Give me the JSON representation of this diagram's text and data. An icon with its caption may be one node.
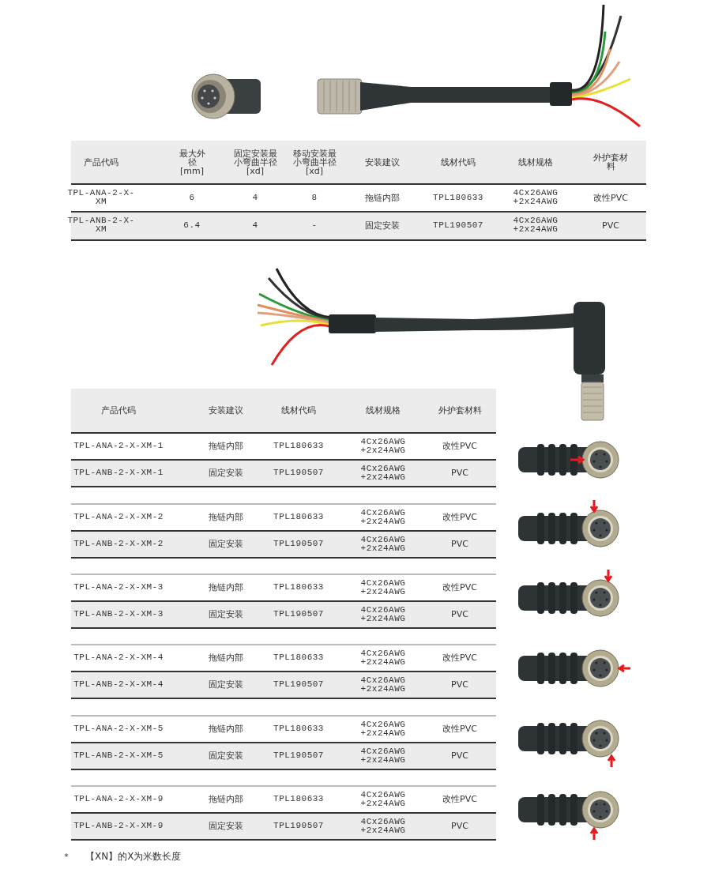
{
  "diagram": {
    "labels": [
      "产品代码",
      "最大外径[mm]",
      "固定安装最小弯曲半径[xd]",
      "移动安装最小弯曲半径[xd]",
      "安装建议",
      "线材代码",
      "线材规格",
      "外护套材料",
      "TPL-ANA-2-X-XM",
      "6",
      "4",
      "8",
      "拖链内部",
      "TPL180633",
      "4Cx26AWG +2x24AWG",
      "改性PVC",
      "TPL-ANB-2-X-XM",
      "6.4",
      "4",
      "-",
      "固定安装",
      "TPL190507",
      "4Cx26AWG +2x24AWG",
      "PVC",
      "产品代码",
      "安装建议",
      "线材代码",
      "线材规格",
      "外护套材料",
      "TPL-ANA-2-X-XM-1",
      "拖链内部",
      "TPL180633",
      "4Cx26AWG +2x24AWG",
      "改性PVC",
      "TPL-ANB-2-X-XM-1",
      "固定安装",
      "TPL190507",
      "4Cx26AWG +2x24AWG",
      "PVC",
      "TPL-ANA-2-X-XM-2",
      "拖链内部",
      "TPL180633",
      "4Cx26AWG +2x24AWG",
      "改性PVC",
      "TPL-ANB-2-X-XM-2",
      "固定安装",
      "TPL190507",
      "4Cx26AWG +2x24AWG",
      "PVC",
      "TPL-ANA-2-X-XM-3",
      "拖链内部",
      "TPL180633",
      "4Cx26AWG +2x24AWG",
      "改性PVC",
      "TPL-ANB-2-X-XM-3",
      "固定安装",
      "TPL190507",
      "4Cx26AWG +2x24AWG",
      "PVC",
      "TPL-ANA-2-X-XM-4",
      "拖链内部",
      "TPL180633",
      "4Cx26AWG +2x24AWG",
      "改性PVC",
      "TPL-ANB-2-X-XM-4",
      "固定安装",
      "TPL190507",
      "4Cx26AWG +2x24AWG",
      "PVC",
      "TPL-ANA-2-X-XM-5",
      "拖链内部",
      "TPL180633",
      "4Cx26AWG +2x24AWG",
      "改性PVC",
      "TPL-ANB-2-X-XM-5",
      "固定安装",
      "TPL190507",
      "4Cx26AWG +2x24AWG",
      "PVC",
      "TPL-ANA-2-X-XM-9",
      "拖链内部",
      "TPL180633",
      "4Cx26AWG +2x24AWG",
      "改性PVC",
      "TPL-ANB-2-X-XM-9",
      "固定安装",
      "TPL190507",
      "4Cx26AWG +2x24AWG",
      "PVC",
      "*",
      "【XN】的X为米数长度"
    ]
  }
}
